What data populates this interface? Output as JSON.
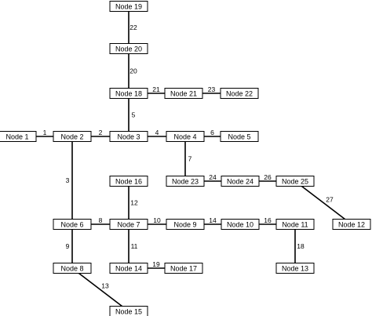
{
  "colors": {
    "line": "#000000",
    "node_fill": "#ffffff",
    "background": "#ffffff"
  },
  "nodes": [
    {
      "id": "n1",
      "label": "Node 1"
    },
    {
      "id": "n2",
      "label": "Node 2"
    },
    {
      "id": "n3",
      "label": "Node 3"
    },
    {
      "id": "n4",
      "label": "Node 4"
    },
    {
      "id": "n5",
      "label": "Node 5"
    },
    {
      "id": "n6",
      "label": "Node 6"
    },
    {
      "id": "n7",
      "label": "Node 7"
    },
    {
      "id": "n8",
      "label": "Node 8"
    },
    {
      "id": "n9",
      "label": "Node 9"
    },
    {
      "id": "n10",
      "label": "Node 10"
    },
    {
      "id": "n11",
      "label": "Node 11"
    },
    {
      "id": "n12",
      "label": "Node 12"
    },
    {
      "id": "n13",
      "label": "Node 13"
    },
    {
      "id": "n14",
      "label": "Node 14"
    },
    {
      "id": "n15",
      "label": "Node 15"
    },
    {
      "id": "n16",
      "label": "Node 16"
    },
    {
      "id": "n17",
      "label": "Node 17"
    },
    {
      "id": "n18",
      "label": "Node 18"
    },
    {
      "id": "n19",
      "label": "Node 19"
    },
    {
      "id": "n20",
      "label": "Node 20"
    },
    {
      "id": "n21",
      "label": "Node 21"
    },
    {
      "id": "n22",
      "label": "Node 22"
    },
    {
      "id": "n23",
      "label": "Node 23"
    },
    {
      "id": "n24",
      "label": "Node 24"
    },
    {
      "id": "n25",
      "label": "Node 25"
    }
  ],
  "edges": [
    {
      "id": "e1",
      "label": "1",
      "from": "n1",
      "to": "n2"
    },
    {
      "id": "e2",
      "label": "2",
      "from": "n2",
      "to": "n3"
    },
    {
      "id": "e3",
      "label": "3",
      "from": "n2",
      "to": "n6"
    },
    {
      "id": "e4",
      "label": "4",
      "from": "n3",
      "to": "n4"
    },
    {
      "id": "e5",
      "label": "5",
      "from": "n3",
      "to": "n18"
    },
    {
      "id": "e6",
      "label": "6",
      "from": "n4",
      "to": "n5"
    },
    {
      "id": "e7",
      "label": "7",
      "from": "n4",
      "to": "n23"
    },
    {
      "id": "e8",
      "label": "8",
      "from": "n6",
      "to": "n7"
    },
    {
      "id": "e9",
      "label": "9",
      "from": "n6",
      "to": "n8"
    },
    {
      "id": "e10",
      "label": "10",
      "from": "n7",
      "to": "n9"
    },
    {
      "id": "e11",
      "label": "11",
      "from": "n7",
      "to": "n14"
    },
    {
      "id": "e12",
      "label": "12",
      "from": "n7",
      "to": "n16"
    },
    {
      "id": "e13",
      "label": "13",
      "from": "n8",
      "to": "n15"
    },
    {
      "id": "e14",
      "label": "14",
      "from": "n9",
      "to": "n10"
    },
    {
      "id": "e16",
      "label": "16",
      "from": "n10",
      "to": "n11"
    },
    {
      "id": "e18",
      "label": "18",
      "from": "n11",
      "to": "n13"
    },
    {
      "id": "e19",
      "label": "19",
      "from": "n14",
      "to": "n17"
    },
    {
      "id": "e20",
      "label": "20",
      "from": "n18",
      "to": "n20"
    },
    {
      "id": "e21",
      "label": "21",
      "from": "n18",
      "to": "n21"
    },
    {
      "id": "e22",
      "label": "22",
      "from": "n20",
      "to": "n19"
    },
    {
      "id": "e23",
      "label": "23",
      "from": "n21",
      "to": "n22"
    },
    {
      "id": "e24",
      "label": "24",
      "from": "n23",
      "to": "n24"
    },
    {
      "id": "e26",
      "label": "26",
      "from": "n24",
      "to": "n25"
    },
    {
      "id": "e27",
      "label": "27",
      "from": "n25",
      "to": "n12"
    }
  ]
}
